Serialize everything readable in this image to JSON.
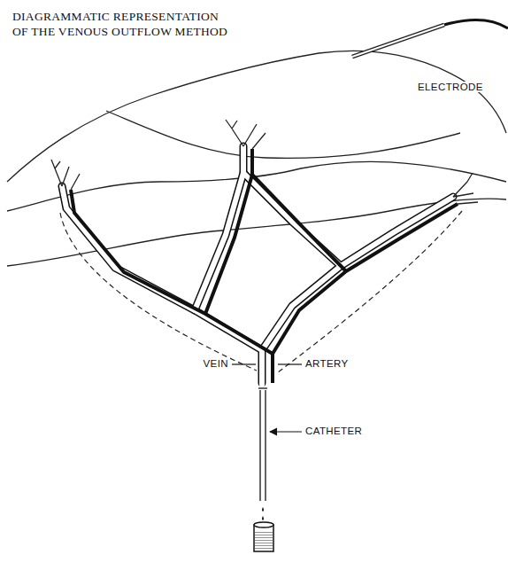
{
  "diagram": {
    "title": "DIAGRAMMATIC REPRESENTATION OF THE VENOUS OUTFLOW METHOD",
    "labels": [
      "ELECTRODE",
      "VEIN",
      "ARTERY",
      "CATHETER"
    ]
  }
}
